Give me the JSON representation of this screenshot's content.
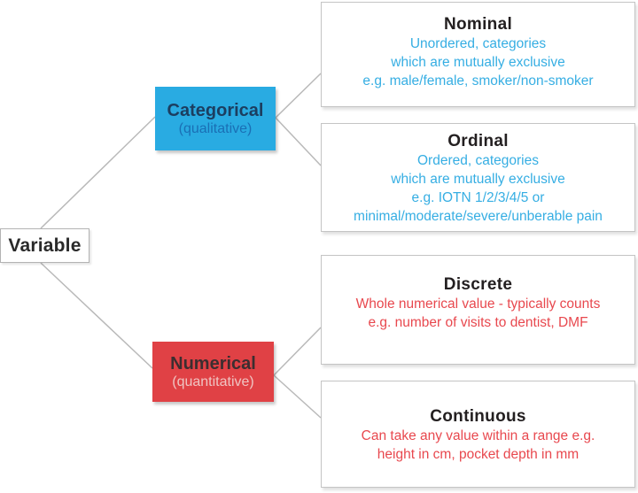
{
  "root": {
    "label": "Variable"
  },
  "branches": [
    {
      "label": "Categorical",
      "sublabel": "(qualitative)"
    },
    {
      "label": "Numerical",
      "sublabel": "(quantitative)"
    }
  ],
  "leaves": [
    {
      "title": "Nominal",
      "lines": [
        "Unordered, categories",
        "which are mutually exclusive",
        "e.g. male/female, smoker/non-smoker"
      ]
    },
    {
      "title": "Ordinal",
      "lines": [
        "Ordered, categories",
        "which are mutually exclusive",
        "e.g. IOTN 1/2/3/4/5 or",
        "minimal/moderate/severe/unberable pain"
      ]
    },
    {
      "title": "Discrete",
      "lines": [
        "Whole numerical value - typically counts",
        "e.g. number of visits to dentist, DMF"
      ]
    },
    {
      "title": "Continuous",
      "lines": [
        "Can take any value within a range e.g.",
        "height in cm, pocket depth in mm"
      ]
    }
  ],
  "colors": {
    "categorical_fill": "#29abe2",
    "categorical_title": "#1c3e60",
    "categorical_subtitle": "#1a6fb5",
    "numerical_fill": "#e04145",
    "numerical_title": "#3c2e30",
    "numerical_subtitle": "#efc4c2",
    "blue_body_text": "#36aee3",
    "red_body_text": "#e8484e",
    "leaf_title_text": "#231f20",
    "connector_gray": "#b9b9b9",
    "box_border_gray": "#c4c4c4"
  }
}
